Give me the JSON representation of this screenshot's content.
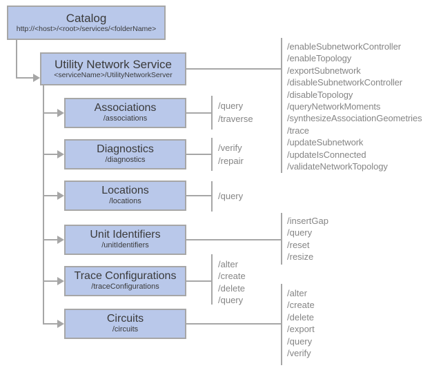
{
  "diagram": {
    "colors": {
      "box_fill": "#b9c8ea",
      "box_border": "#a6a6a6",
      "connector": "#a6a6a6",
      "title_text": "#3a3a3a",
      "operation_text": "#858585"
    },
    "nodes": {
      "catalog": {
        "title": "Catalog",
        "subtitle": "http://<host>/<root>/services/<folderName>"
      },
      "service": {
        "title": "Utility Network Service",
        "subtitle": "<serviceName>/UtilityNetworkServer"
      },
      "associations": {
        "title": "Associations",
        "subtitle": "/associations"
      },
      "diagnostics": {
        "title": "Diagnostics",
        "subtitle": "/diagnostics"
      },
      "locations": {
        "title": "Locations",
        "subtitle": "/locations"
      },
      "unit_identifiers": {
        "title": "Unit Identifiers",
        "subtitle": "/unitIdentifiers"
      },
      "trace_configurations": {
        "title": "Trace Configurations",
        "subtitle": "/traceConfigurations"
      },
      "circuits": {
        "title": "Circuits",
        "subtitle": "/circuits"
      }
    },
    "operations": {
      "service": [
        "/enableSubnetworkController",
        "/enableTopology",
        "/exportSubnetwork",
        "/disableSubnetworkController",
        "/disableTopology",
        "/queryNetworkMoments",
        "/synthesizeAssociationGeometries",
        "/trace",
        "/updateSubnetwork",
        "/updateIsConnected",
        "/validateNetworkTopology"
      ],
      "associations": [
        "/query",
        "/traverse"
      ],
      "diagnostics": [
        "/verify",
        "/repair"
      ],
      "locations": [
        "/query"
      ],
      "unit_identifiers": [
        "/insertGap",
        "/query",
        "/reset",
        "/resize"
      ],
      "trace_configurations": [
        "/alter",
        "/create",
        "/delete",
        "/query"
      ],
      "circuits": [
        "/alter",
        "/create",
        "/delete",
        "/export",
        "/query",
        "/verify"
      ]
    }
  }
}
